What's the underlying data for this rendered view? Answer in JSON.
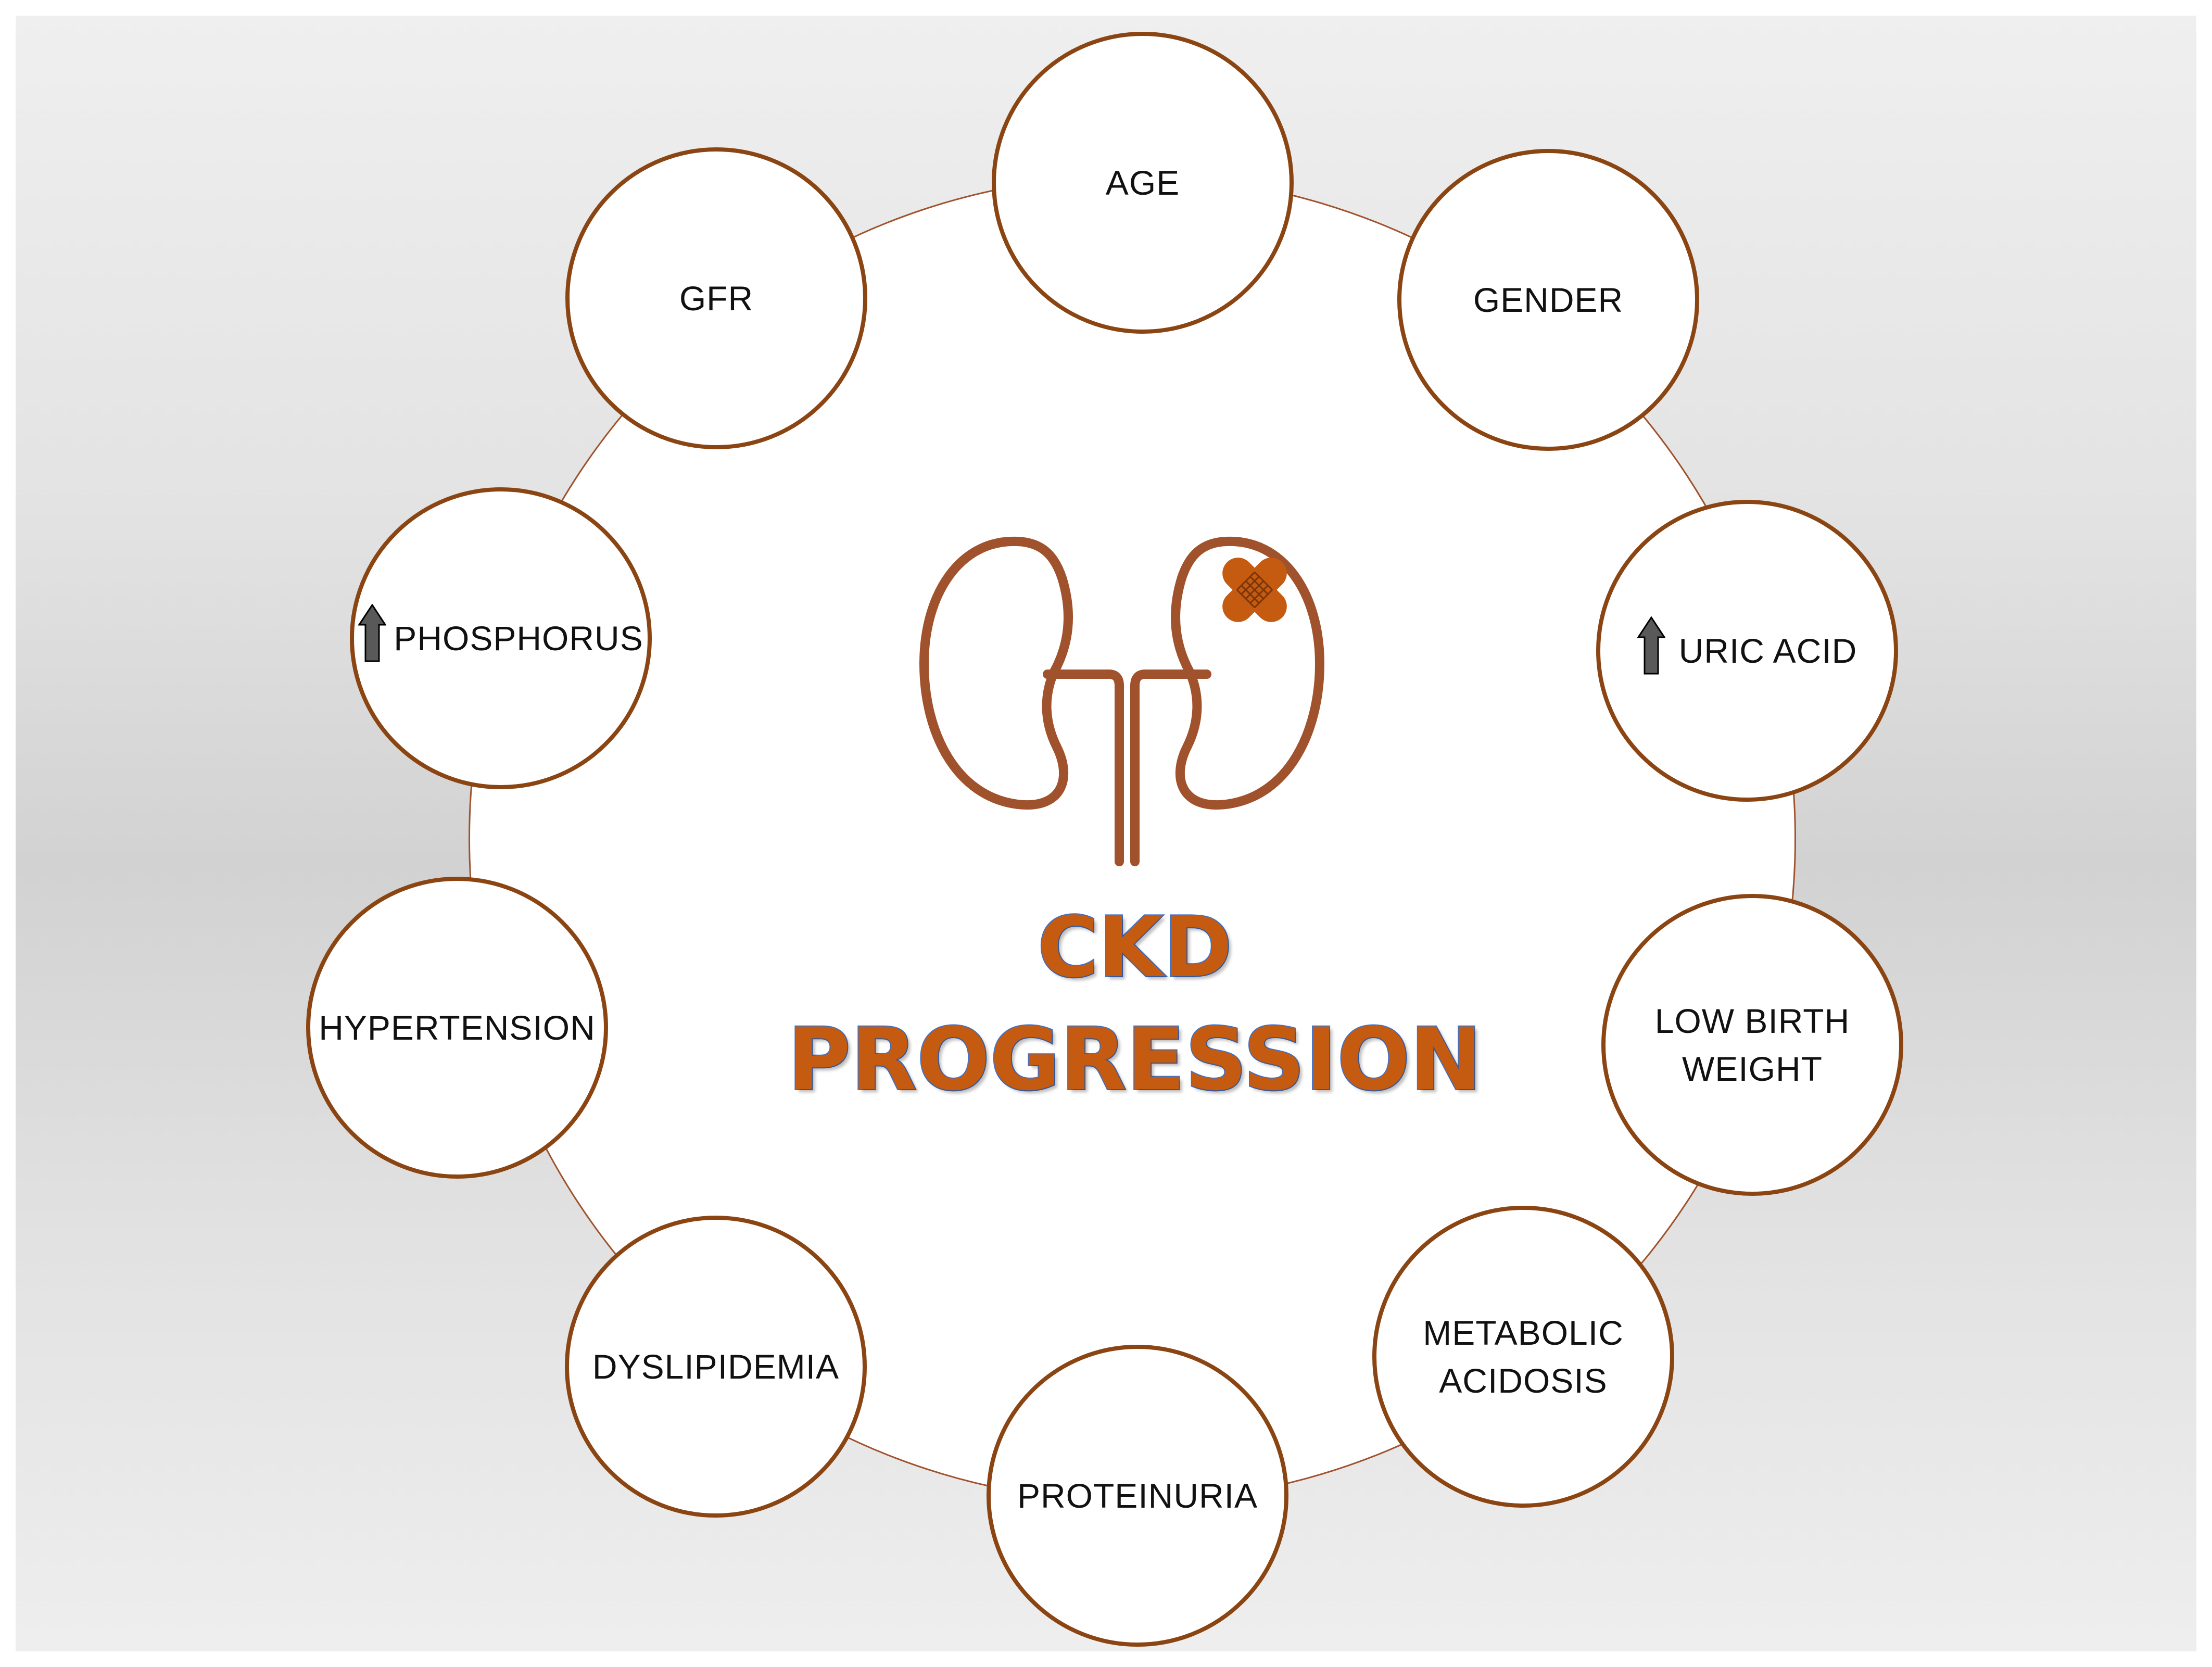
{
  "title": {
    "line1": "CKD",
    "line2": "PROGRESSION"
  },
  "factors": [
    {
      "id": "age",
      "label": "AGE",
      "increase_arrow": false
    },
    {
      "id": "gender",
      "label": "GENDER",
      "increase_arrow": false
    },
    {
      "id": "uric-acid",
      "label": "URIC ACID",
      "increase_arrow": true
    },
    {
      "id": "low-birth-weight",
      "label_lines": [
        "LOW BIRTH",
        "WEIGHT"
      ],
      "increase_arrow": false
    },
    {
      "id": "metabolic-acidosis",
      "label_lines": [
        "METABOLIC",
        "ACIDOSIS"
      ],
      "increase_arrow": false
    },
    {
      "id": "proteinuria",
      "label": "PROTEINURIA",
      "increase_arrow": false
    },
    {
      "id": "dyslipidemia",
      "label": "DYSLIPIDEMIA",
      "increase_arrow": false
    },
    {
      "id": "hypertension",
      "label": "HYPERTENSION",
      "increase_arrow": false
    },
    {
      "id": "phosphorus",
      "label": "PHOSPHORUS",
      "increase_arrow": true
    },
    {
      "id": "gfr",
      "label": "GFR",
      "increase_arrow": false
    }
  ],
  "colors": {
    "ring_border": "#8b4513",
    "kidney_stroke": "#a0522d",
    "bandage": "#c55a11",
    "title_fill": "#c55a11",
    "title_outline": "#4472c4",
    "arrow_fill": "#595959"
  },
  "icons": {
    "center": "kidneys-icon",
    "injury": "bandage-icon",
    "increase": "arrow-up-icon"
  }
}
